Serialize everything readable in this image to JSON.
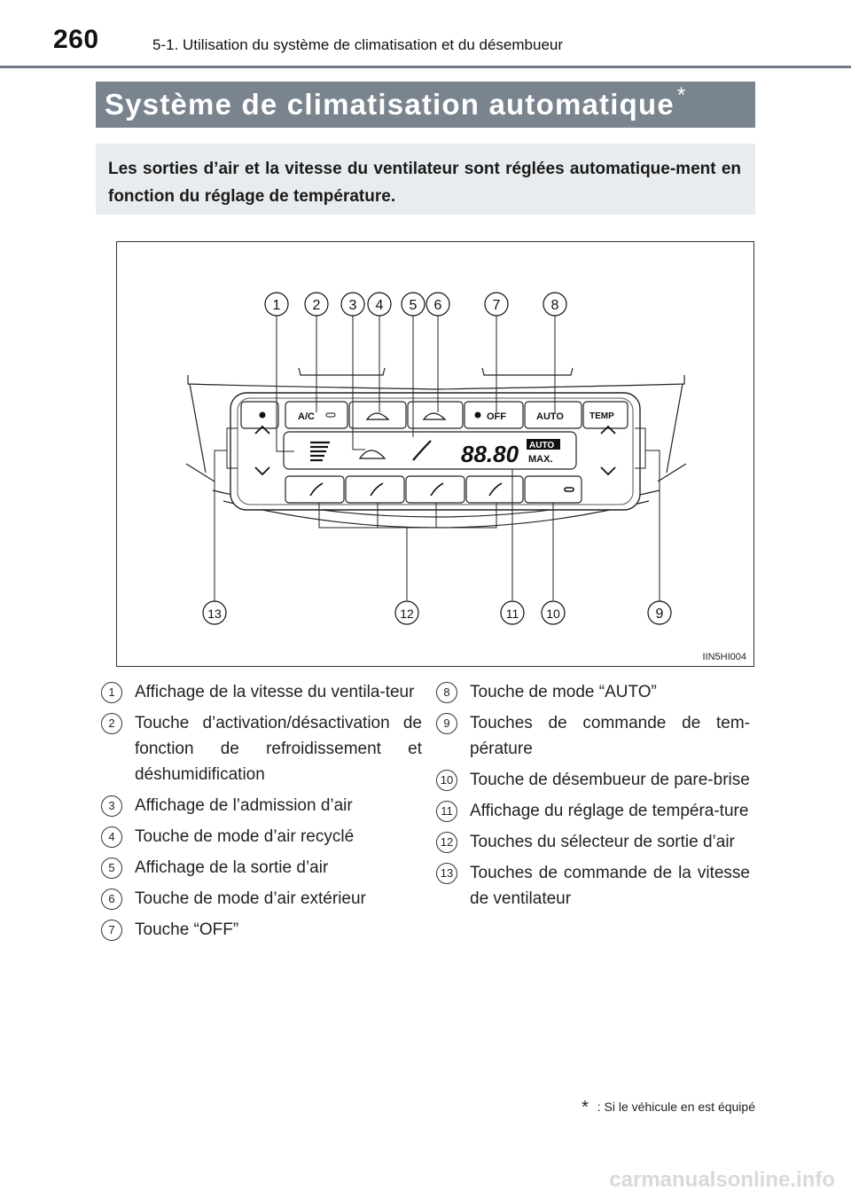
{
  "header": {
    "page_number": "260",
    "section_title": "5-1. Utilisation du système de climatisation et du désembueur"
  },
  "title": {
    "text": "Système de climatisation automatique",
    "star": "*"
  },
  "intro": "Les sorties d’air et la vitesse du ventilateur sont réglées automatique-ment en fonction du réglage de température.",
  "figure": {
    "code": "IIN5HI004",
    "panel_labels": {
      "ac": "A/C",
      "off": "OFF",
      "auto": "AUTO",
      "temp": "TEMP",
      "temp_display": "88.80",
      "auto_badge": "AUTO",
      "max": "MAX."
    },
    "callouts": [
      "1",
      "2",
      "3",
      "4",
      "5",
      "6",
      "7",
      "8",
      "9",
      "10",
      "11",
      "12",
      "13"
    ]
  },
  "legend": [
    {
      "num": "1",
      "text": "Affichage de la vitesse du ventila-teur"
    },
    {
      "num": "2",
      "text": "Touche d’activation/désactivation de fonction de refroidissement et déshumidification"
    },
    {
      "num": "3",
      "text": "Affichage de l’admission d’air"
    },
    {
      "num": "4",
      "text": "Touche de mode d’air recyclé"
    },
    {
      "num": "5",
      "text": "Affichage de la sortie d’air"
    },
    {
      "num": "6",
      "text": "Touche de mode d’air extérieur"
    },
    {
      "num": "7",
      "text": "Touche “OFF”"
    },
    {
      "num": "8",
      "text": "Touche de mode “AUTO”"
    },
    {
      "num": "9",
      "text": "Touches de commande de tem-pérature"
    },
    {
      "num": "10",
      "text": "Touche de désembueur de pare-brise"
    },
    {
      "num": "11",
      "text": "Affichage du réglage de tempéra-ture"
    },
    {
      "num": "12",
      "text": "Touches du sélecteur de sortie d’air"
    },
    {
      "num": "13",
      "text": "Touches de commande de la vitesse de ventilateur"
    }
  ],
  "footnote": {
    "star": "*",
    "text": ": Si le véhicule en est équipé"
  },
  "watermark": "carmanualsonline.info"
}
